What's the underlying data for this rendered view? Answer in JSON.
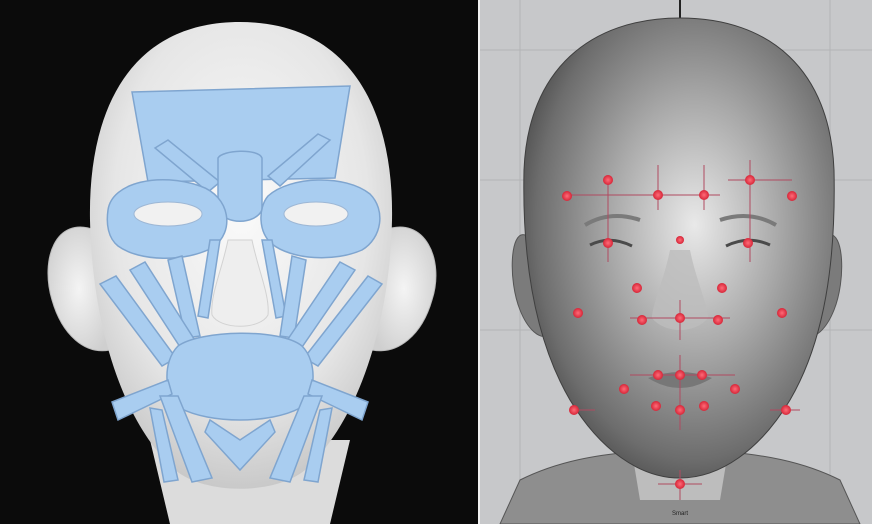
{
  "left_panel": {
    "description_icon": "face-muscle-map"
  },
  "right_panel": {
    "description_icon": "face-landmark-markers",
    "caption": "Smart",
    "marker_color": "#e8384a"
  },
  "colors": {
    "muscle_fill": "#a9cdf0",
    "muscle_stroke": "#7fa5cf",
    "left_background": "#0b0b0b",
    "right_background": "#c7c8ca"
  }
}
